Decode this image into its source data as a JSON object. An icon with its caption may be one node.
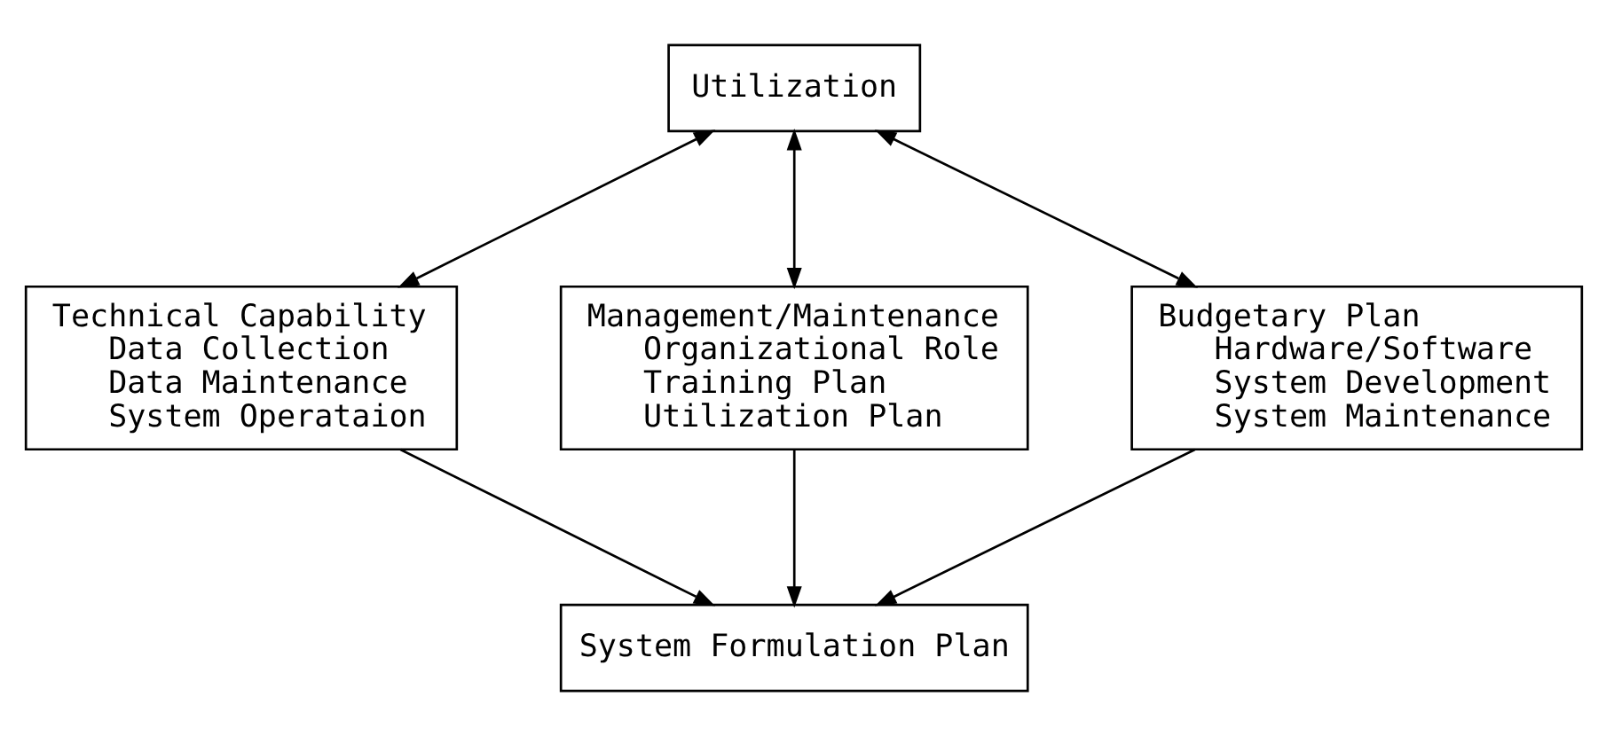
{
  "diagram": {
    "nodes": [
      {
        "text": [
          "Utilization"
        ]
      },
      {
        "text": [
          "Technical Capability",
          "Data Collection",
          "Data Maintenance",
          "System Operataion"
        ]
      },
      {
        "text": [
          "Management/Maintenance",
          "Organizational Role",
          "Training Plan",
          "Utilization Plan"
        ]
      },
      {
        "text": [
          "Budgetary Plan",
          "Hardware/Software",
          "System Development",
          "System Maintenance"
        ]
      },
      {
        "text": [
          "System Formulation Plan"
        ]
      }
    ],
    "edges": [
      {
        "from": 0,
        "to": 1,
        "arrow": "both"
      },
      {
        "from": 0,
        "to": 2,
        "arrow": "both"
      },
      {
        "from": 0,
        "to": 3,
        "arrow": "both"
      },
      {
        "from": 1,
        "to": 4,
        "arrow": "to"
      },
      {
        "from": 2,
        "to": 4,
        "arrow": "to"
      },
      {
        "from": 3,
        "to": 4,
        "arrow": "to"
      }
    ]
  }
}
